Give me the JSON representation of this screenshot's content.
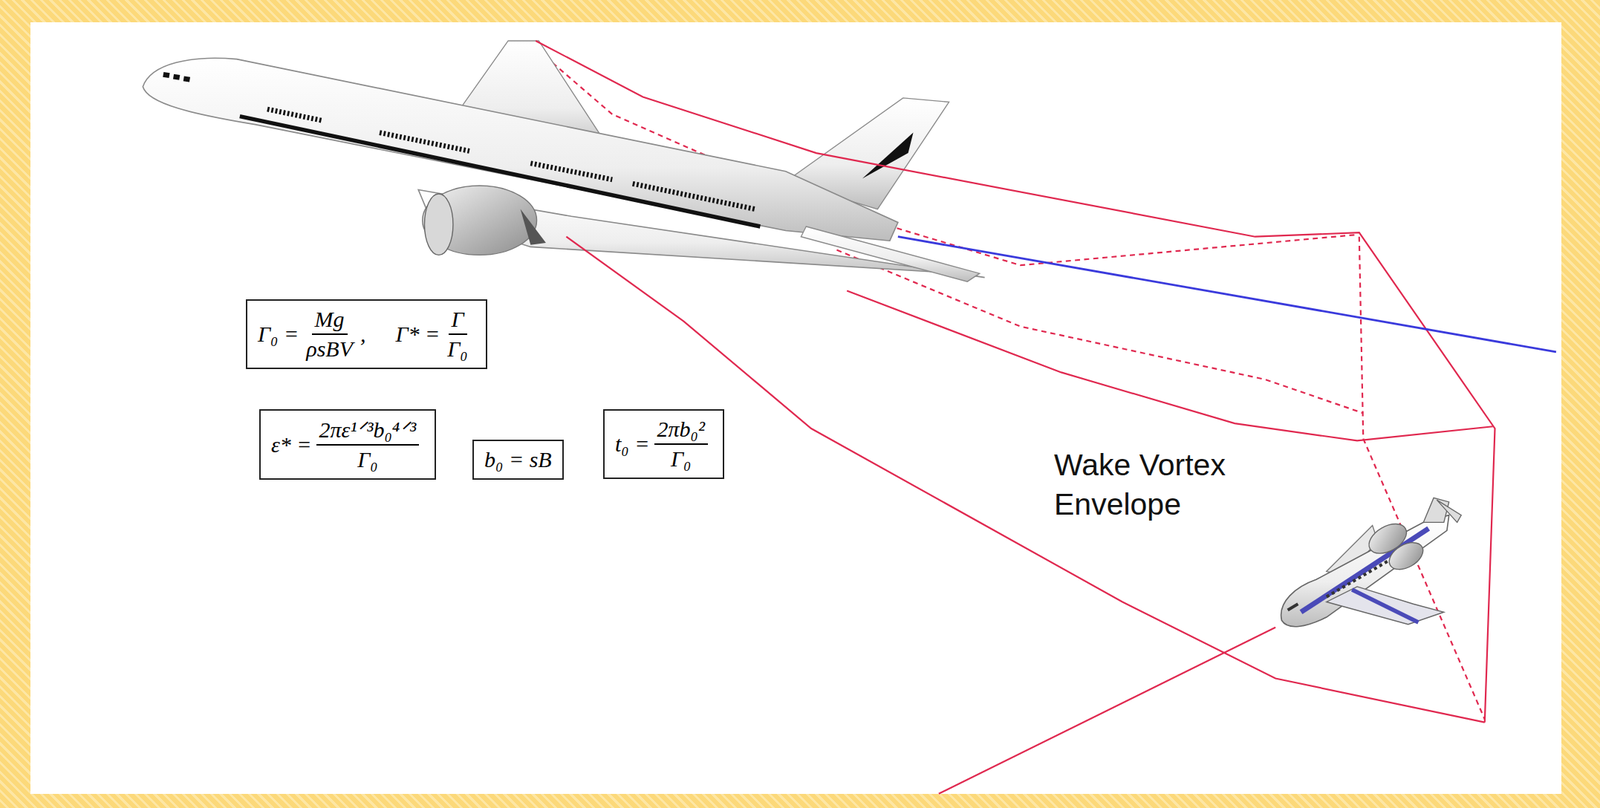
{
  "diagram": {
    "nodes": [
      {
        "text": [
          "Γ₀ =",
          "Mg",
          "ρsBV",
          ",",
          "Γ* =",
          "Γ",
          "Γ₀"
        ]
      },
      {
        "text": [
          "ε* =",
          "2πε¹ᐟ³b₀⁴ᐟ³",
          "Γ₀"
        ]
      },
      {
        "text": [
          "b₀ = sB"
        ]
      },
      {
        "text": [
          "t₀ =",
          "2πb₀²",
          "Γ₀"
        ]
      }
    ],
    "labels": [
      "Wake Vortex Envelope"
    ]
  }
}
